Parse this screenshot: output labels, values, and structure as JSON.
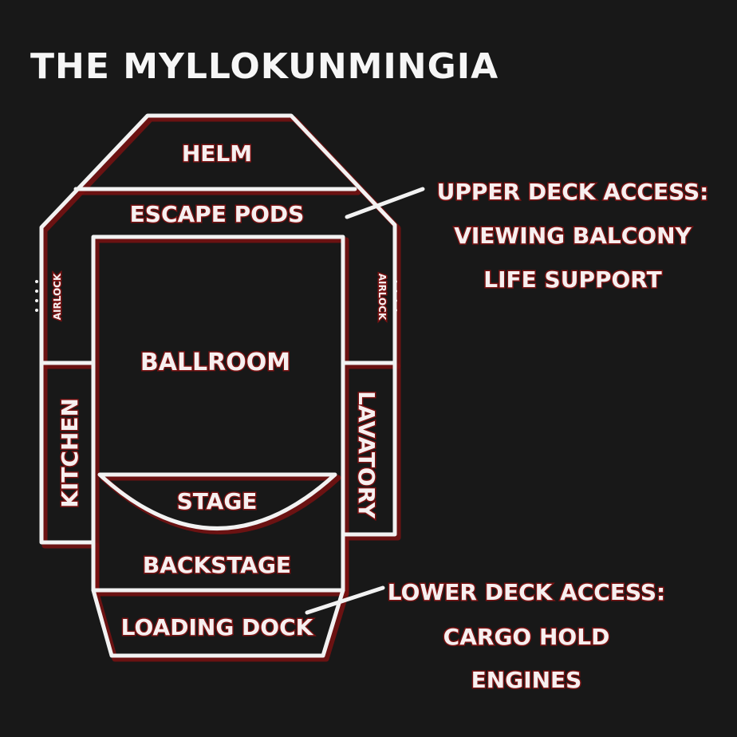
{
  "title": "THE MYLLOKUNMINGIA",
  "rooms": {
    "helm": "HELM",
    "escape_pods": "ESCAPE PODS",
    "airlock_left": "AIRLOCK",
    "airlock_right": "AIRLOCK",
    "ballroom": "BALLROOM",
    "kitchen": "KITCHEN",
    "lavatory": "LAVATORY",
    "stage": "STAGE",
    "backstage": "BACKSTAGE",
    "loading_dock": "LOADING DOCK"
  },
  "upper_deck": {
    "heading": "UPPER DECK ACCESS:",
    "items": [
      "VIEWING BALCONY",
      "LIFE SUPPORT"
    ]
  },
  "lower_deck": {
    "heading": "LOWER DECK ACCESS:",
    "items": [
      "CARGO HOLD",
      "ENGINES"
    ]
  },
  "colors": {
    "background": "#181818",
    "wall": "#f2f2f2",
    "accent": "#7a1212"
  }
}
